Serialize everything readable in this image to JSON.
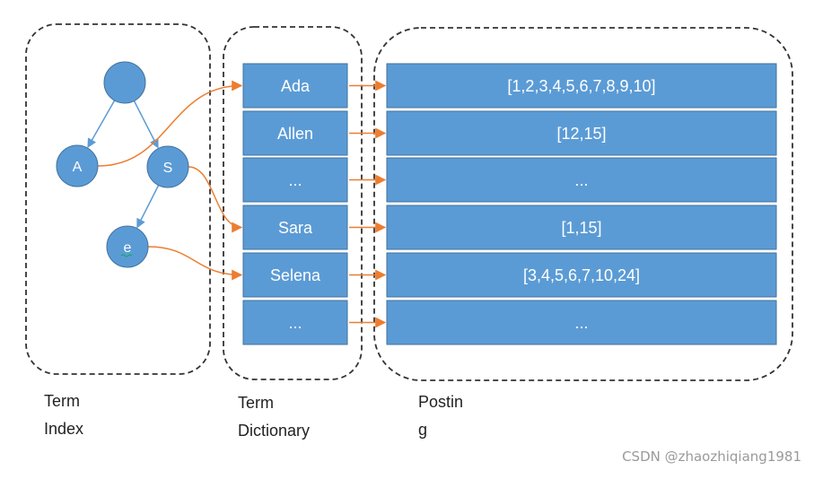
{
  "colors": {
    "box_fill": "#5b9bd5",
    "box_stroke": "#41719c",
    "node_fill": "#5b9bd5",
    "tree_edge": "#5b9bd5",
    "arrow": "#ed7d31",
    "dashed_border": "#333333",
    "text_on_box": "#ffffff"
  },
  "term_index": {
    "label_lines": [
      "Term",
      "Index"
    ],
    "nodes": [
      {
        "id": "root",
        "label": ""
      },
      {
        "id": "A",
        "label": "A"
      },
      {
        "id": "S",
        "label": "S"
      },
      {
        "id": "e",
        "label": "e"
      }
    ],
    "edges": [
      {
        "from": "root",
        "to": "A"
      },
      {
        "from": "root",
        "to": "S"
      },
      {
        "from": "S",
        "to": "e"
      }
    ]
  },
  "term_dictionary": {
    "label_lines": [
      "Term",
      "Dictionary"
    ],
    "entries": [
      "Ada",
      "Allen",
      "...",
      "Sara",
      "Selena",
      "..."
    ]
  },
  "posting": {
    "label_lines": [
      "Postin",
      "g"
    ],
    "lists": [
      "[1,2,3,4,5,6,7,8,9,10]",
      "[12,15]",
      "...",
      "[1,15]",
      "[3,4,5,6,7,10,24]",
      "..."
    ]
  },
  "index_links": [
    {
      "from": "A",
      "to_entry": 0
    },
    {
      "from": "S",
      "to_entry": 3
    },
    {
      "from": "e",
      "to_entry": 4
    }
  ],
  "watermark": "CSDN @zhaozhiqiang1981"
}
